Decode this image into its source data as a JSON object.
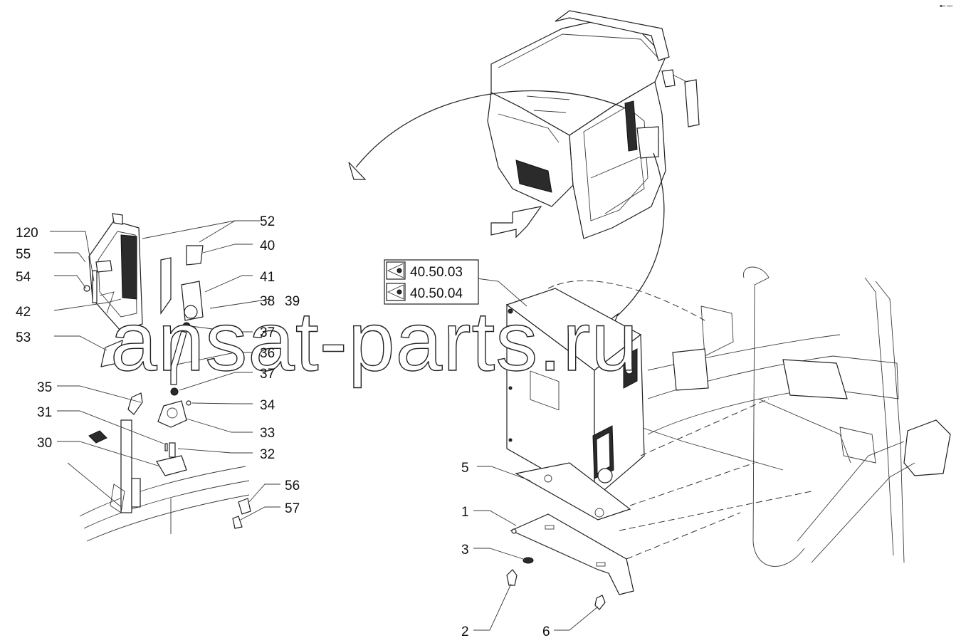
{
  "watermark": "ansat-parts.ru",
  "corner_mark": "▪▫ ▫▫",
  "references": [
    {
      "id": "ref-1",
      "text": "40.50.03"
    },
    {
      "id": "ref-2",
      "text": "40.50.04"
    }
  ],
  "callouts": [
    "120",
    "55",
    "54",
    "42",
    "53",
    "52",
    "40",
    "41",
    "38",
    "39",
    "37",
    "36",
    "37",
    "34",
    "35",
    "31",
    "33",
    "30",
    "32",
    "56",
    "57",
    "5",
    "1",
    "3",
    "2",
    "6"
  ]
}
